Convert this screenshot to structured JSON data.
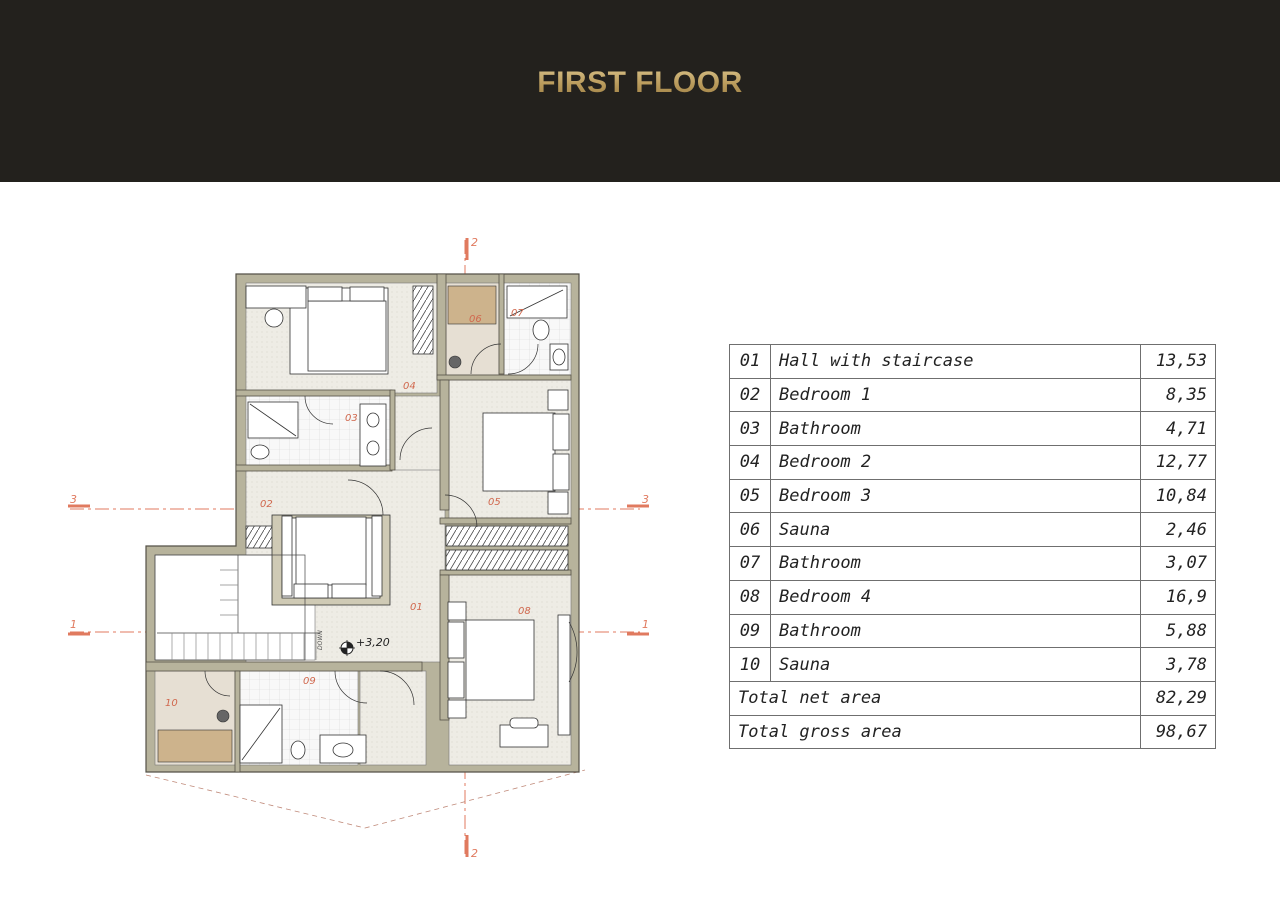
{
  "header": {
    "title": "FIRST FLOOR"
  },
  "plan": {
    "room_labels": [
      "01",
      "02",
      "03",
      "04",
      "05",
      "06",
      "07",
      "08",
      "09",
      "10"
    ],
    "level_mark": "+3,20",
    "axis_labels": {
      "a1": "1",
      "a2": "2",
      "a3": "3"
    },
    "stair_label": "DOWN"
  },
  "areas": {
    "rows": [
      {
        "num": "01",
        "name": "Hall with staircase",
        "value": "13,53"
      },
      {
        "num": "02",
        "name": "Bedroom 1",
        "value": "8,35"
      },
      {
        "num": "03",
        "name": "Bathroom",
        "value": "4,71"
      },
      {
        "num": "04",
        "name": "Bedroom 2",
        "value": "12,77"
      },
      {
        "num": "05",
        "name": "Bedroom 3",
        "value": "10,84"
      },
      {
        "num": "06",
        "name": "Sauna",
        "value": "2,46"
      },
      {
        "num": "07",
        "name": "Bathroom",
        "value": "3,07"
      },
      {
        "num": "08",
        "name": "Bedroom 4",
        "value": "16,9"
      },
      {
        "num": "09",
        "name": "Bathroom",
        "value": "5,88"
      },
      {
        "num": "10",
        "name": "Sauna",
        "value": "3,78"
      }
    ],
    "totals": [
      {
        "name": "Total net area",
        "value": "82,29"
      },
      {
        "name": "Total gross area",
        "value": "98,67"
      }
    ]
  },
  "colors": {
    "header_bg": "#23211d",
    "title_gold": "#c2a86b",
    "wall": "#b7b39c",
    "wall_edge": "#555248",
    "floor": "#efede6",
    "tile": "#f7f7f7",
    "wood": "#c9ab84",
    "axis": "#e07a5f"
  }
}
